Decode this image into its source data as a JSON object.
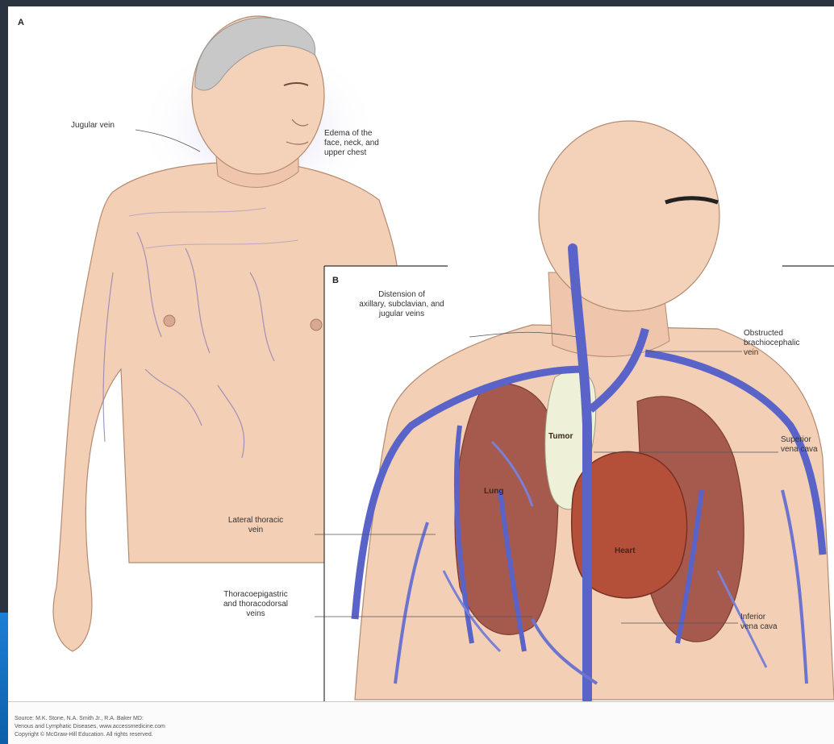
{
  "panels": {
    "a": "A",
    "b": "B"
  },
  "labels": {
    "jugular_vein": "Jugular vein",
    "edema": "Edema of the\nface, neck, and\nupper chest",
    "distension": "Distension of\naxillary, subclavian, and\njugular veins",
    "obstructed": "Obstructed\nbrachiocephalic\nvein",
    "svc": "Superior\nvena cava",
    "lateral_thoracic": "Lateral thoracic\nvein",
    "thoracoepigastric": "Thoracoepigastric\nand thoracodorsal\nveins",
    "ivc": "Inferior\nvena cava",
    "tumor": "Tumor",
    "heart": "Heart",
    "lung": "Lung"
  },
  "footer": {
    "line1": "Source: M.K. Stone, N.A. Smith Jr., R.A. Baker MD:",
    "line2": "Venous and Lymphatic Diseases, www.accessmedicine.com",
    "line3": "Copyright © McGraw-Hill Education. All rights reserved."
  },
  "colors": {
    "skin": "#f3cfb6",
    "vein": "#5a63c8",
    "lung": "#a65a4e",
    "heart": "#b4503a",
    "tumor": "#eef0d8"
  }
}
